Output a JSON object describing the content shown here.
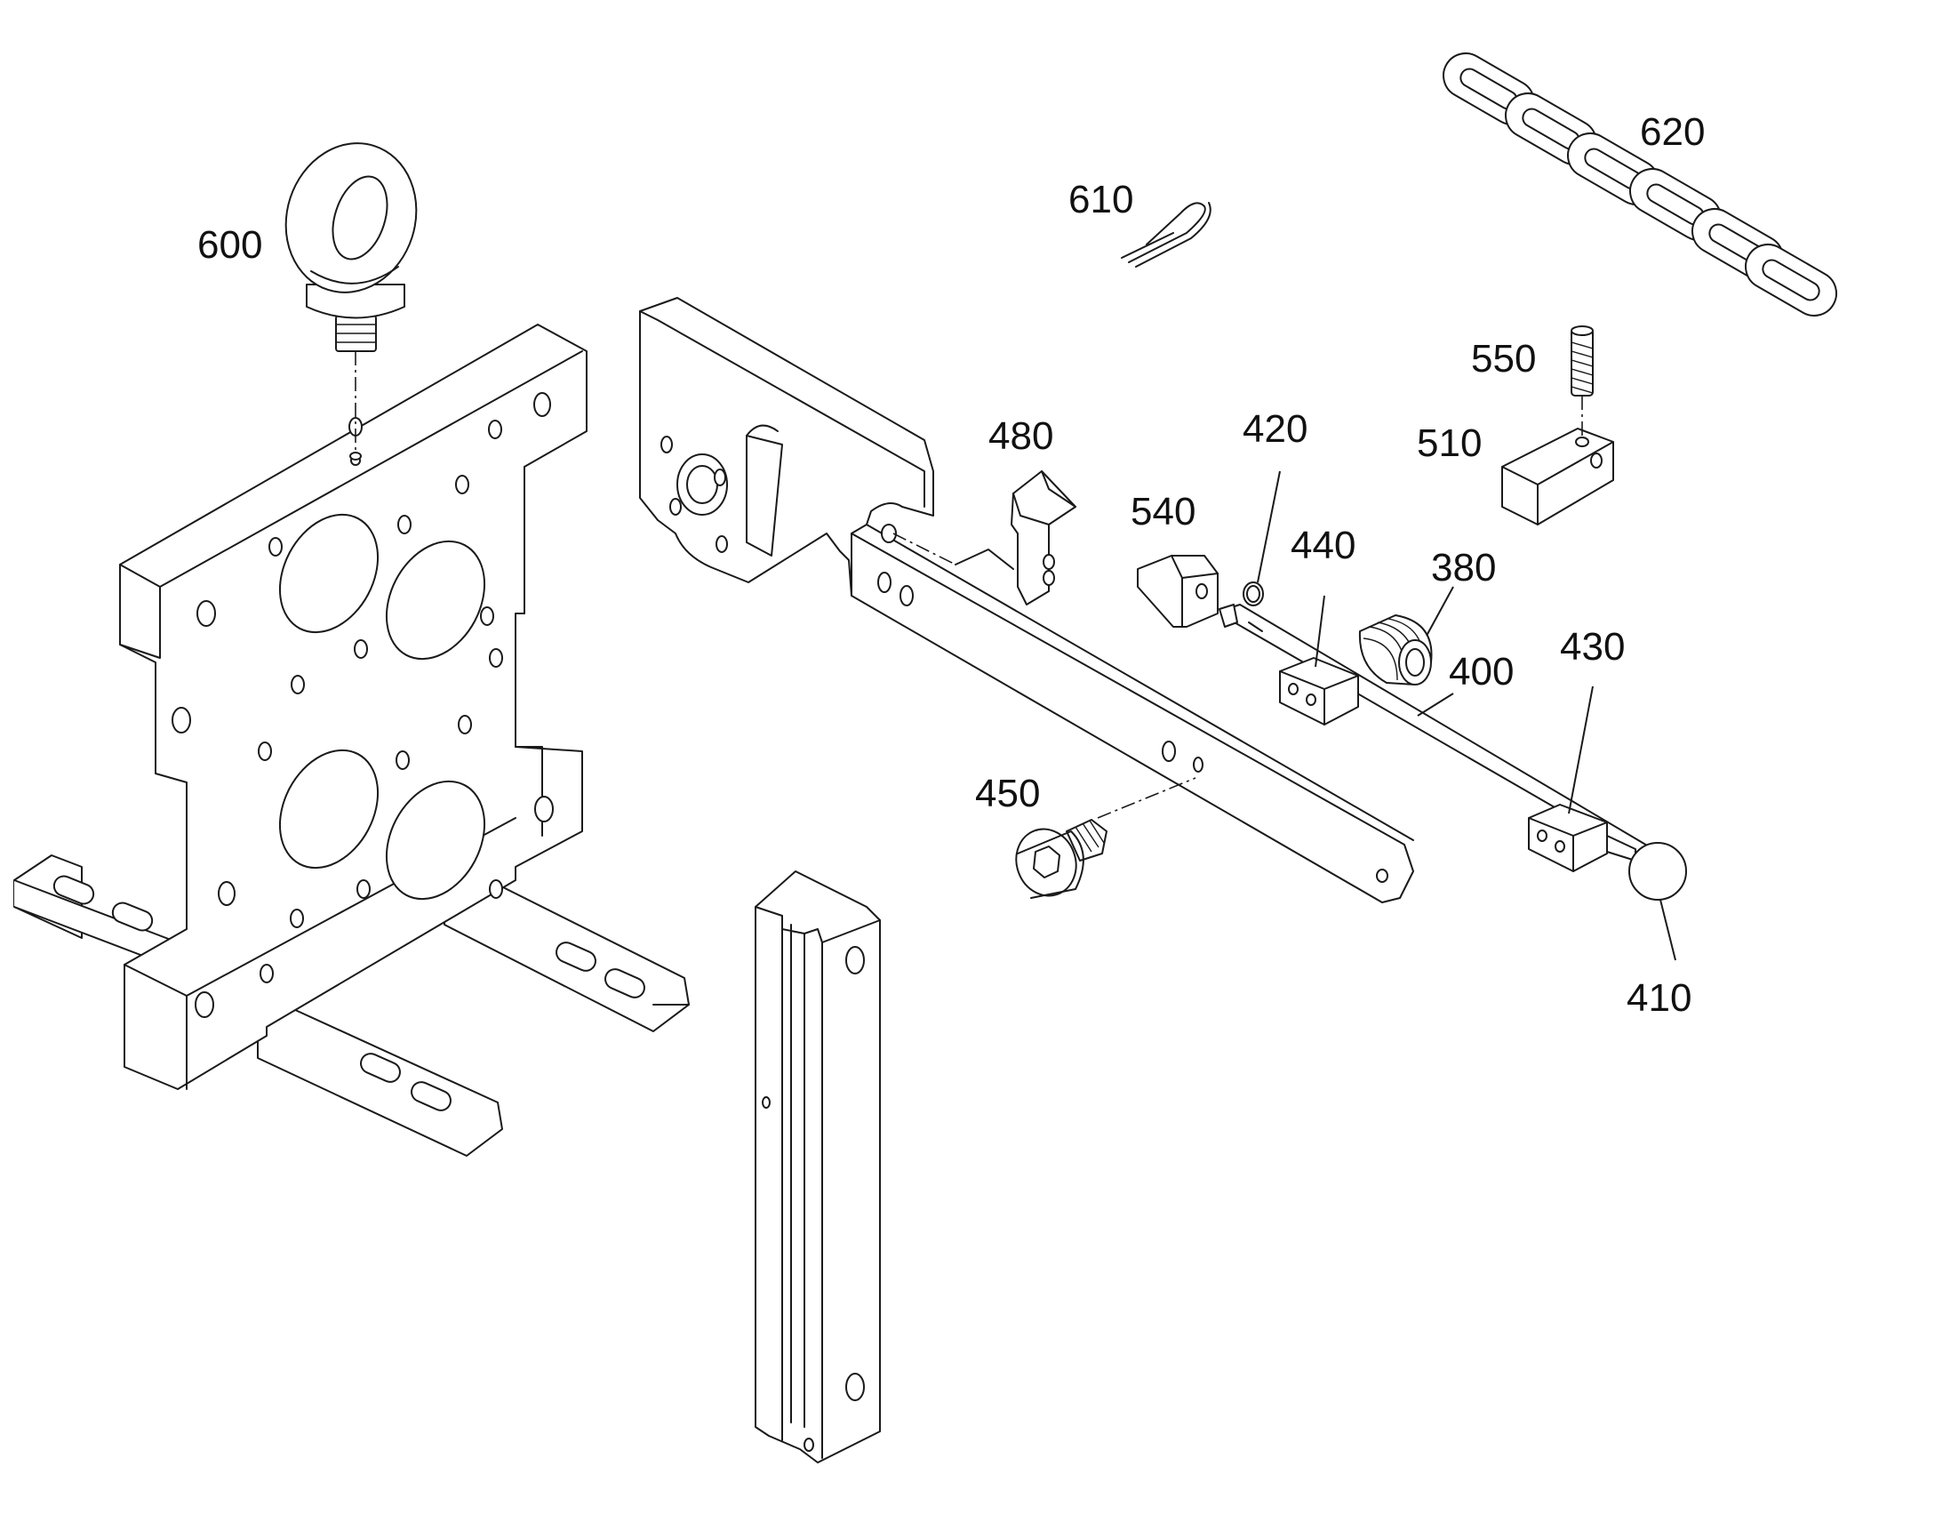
{
  "labels": {
    "p600": "600",
    "p610": "610",
    "p620": "620",
    "p550": "550",
    "p510": "510",
    "p480": "480",
    "p420": "420",
    "p540": "540",
    "p440": "440",
    "p380": "380",
    "p400": "400",
    "p430": "430",
    "p450": "450",
    "p410": "410"
  },
  "colors": {
    "line": "#1a1a1a",
    "background": "#ffffff"
  }
}
